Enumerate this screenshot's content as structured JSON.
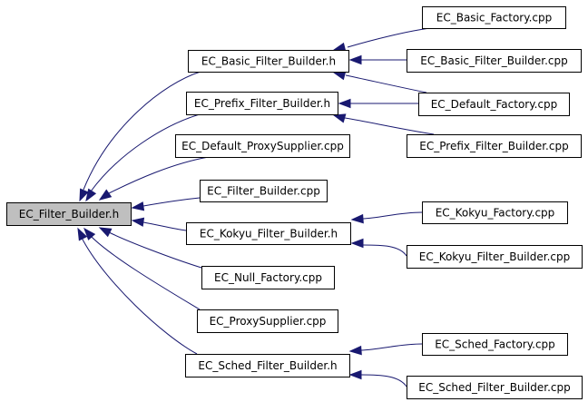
{
  "diagram": {
    "title": "EC_Filter_Builder.h include dependency graph",
    "colors": {
      "edge": "#191970",
      "root_fill": "#bfbfbf",
      "node_fill": "#ffffff",
      "node_border": "#000000"
    },
    "nodes": [
      {
        "id": "root",
        "label": "EC_Filter_Builder.h",
        "root": true
      },
      {
        "id": "basic_fb_h",
        "label": "EC_Basic_Filter_Builder.h"
      },
      {
        "id": "prefix_fb_h",
        "label": "EC_Prefix_Filter_Builder.h"
      },
      {
        "id": "default_ps_cpp",
        "label": "EC_Default_ProxySupplier.cpp"
      },
      {
        "id": "fb_cpp",
        "label": "EC_Filter_Builder.cpp"
      },
      {
        "id": "kokyu_fb_h",
        "label": "EC_Kokyu_Filter_Builder.h"
      },
      {
        "id": "null_factory_cpp",
        "label": "EC_Null_Factory.cpp"
      },
      {
        "id": "ps_cpp",
        "label": "EC_ProxySupplier.cpp"
      },
      {
        "id": "sched_fb_h",
        "label": "EC_Sched_Filter_Builder.h"
      },
      {
        "id": "basic_factory_cpp",
        "label": "EC_Basic_Factory.cpp"
      },
      {
        "id": "basic_fb_cpp",
        "label": "EC_Basic_Filter_Builder.cpp"
      },
      {
        "id": "default_factory_cpp",
        "label": "EC_Default_Factory.cpp"
      },
      {
        "id": "prefix_fb_cpp",
        "label": "EC_Prefix_Filter_Builder.cpp"
      },
      {
        "id": "kokyu_factory_cpp",
        "label": "EC_Kokyu_Factory.cpp"
      },
      {
        "id": "kokyu_fb_cpp",
        "label": "EC_Kokyu_Filter_Builder.cpp"
      },
      {
        "id": "sched_factory_cpp",
        "label": "EC_Sched_Factory.cpp"
      },
      {
        "id": "sched_fb_cpp",
        "label": "EC_Sched_Filter_Builder.cpp"
      }
    ],
    "edges": [
      {
        "from": "basic_fb_h",
        "to": "root"
      },
      {
        "from": "prefix_fb_h",
        "to": "root"
      },
      {
        "from": "default_ps_cpp",
        "to": "root"
      },
      {
        "from": "fb_cpp",
        "to": "root"
      },
      {
        "from": "kokyu_fb_h",
        "to": "root"
      },
      {
        "from": "null_factory_cpp",
        "to": "root"
      },
      {
        "from": "ps_cpp",
        "to": "root"
      },
      {
        "from": "sched_fb_h",
        "to": "root"
      },
      {
        "from": "basic_factory_cpp",
        "to": "basic_fb_h"
      },
      {
        "from": "basic_fb_cpp",
        "to": "basic_fb_h"
      },
      {
        "from": "default_factory_cpp",
        "to": "basic_fb_h"
      },
      {
        "from": "default_factory_cpp",
        "to": "prefix_fb_h"
      },
      {
        "from": "prefix_fb_cpp",
        "to": "prefix_fb_h"
      },
      {
        "from": "kokyu_factory_cpp",
        "to": "kokyu_fb_h"
      },
      {
        "from": "kokyu_fb_cpp",
        "to": "kokyu_fb_h"
      },
      {
        "from": "sched_factory_cpp",
        "to": "sched_fb_h"
      },
      {
        "from": "sched_fb_cpp",
        "to": "sched_fb_h"
      }
    ]
  }
}
